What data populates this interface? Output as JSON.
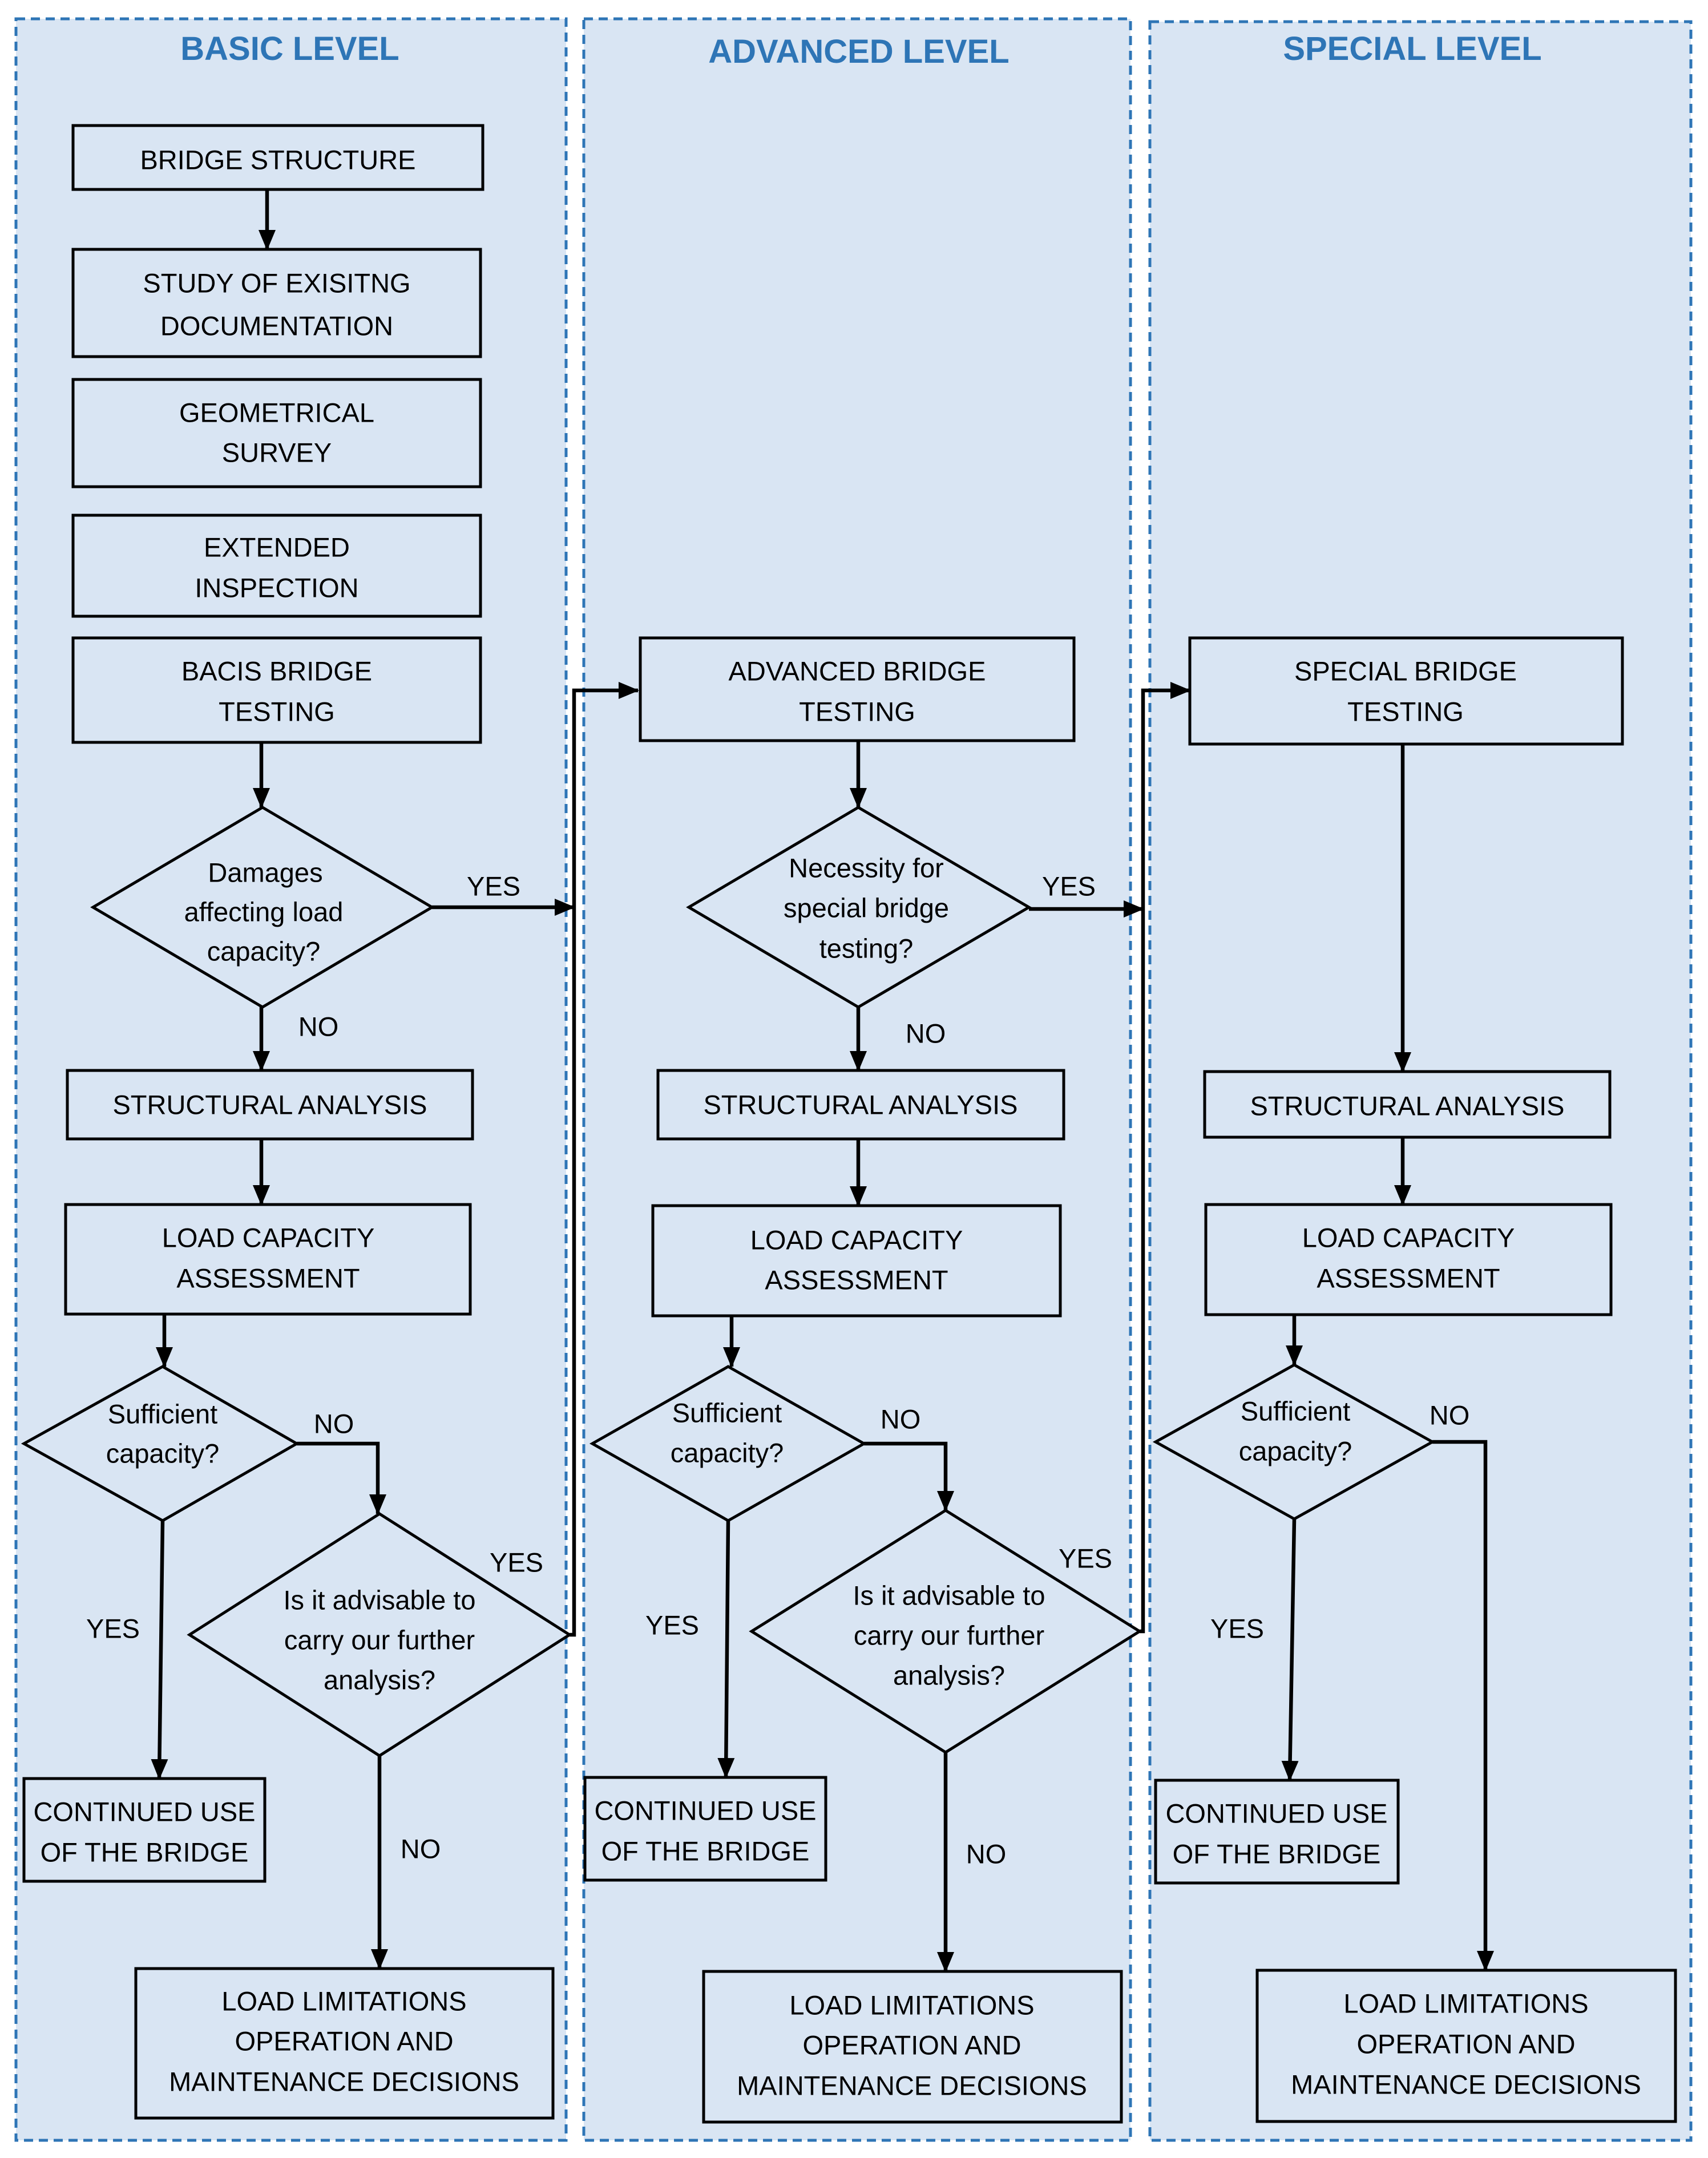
{
  "levels": [
    {
      "title": "BASIC LEVEL",
      "nodes": {
        "bridge_structure": [
          "BRIDGE STRUCTURE"
        ],
        "study_documentation": [
          "STUDY OF EXISITNG",
          "DOCUMENTATION"
        ],
        "geometrical_survey": [
          "GEOMETRICAL",
          "SURVEY"
        ],
        "extended_inspection": [
          "EXTENDED",
          "INSPECTION"
        ],
        "testing": [
          "BACIS BRIDGE",
          "TESTING"
        ],
        "decision_damages": [
          "Damages",
          "affecting load",
          "capacity?"
        ],
        "structural_analysis": [
          "STRUCTURAL ANALYSIS"
        ],
        "load_capacity": [
          "LOAD CAPACITY",
          "ASSESSMENT"
        ],
        "sufficient_capacity": [
          "Sufficient",
          "capacity?"
        ],
        "advisable": [
          "Is it advisable to",
          "carry our further",
          "analysis?"
        ],
        "continued_use": [
          "CONTINUED USE",
          "OF THE BRIDGE"
        ],
        "load_limitations": [
          "LOAD LIMITATIONS",
          "OPERATION AND",
          "MAINTENANCE DECISIONS"
        ]
      },
      "edge_labels": {
        "damages_yes": "YES",
        "damages_no": "NO",
        "sufficient_no": "NO",
        "sufficient_yes": "YES",
        "advisable_yes": "YES",
        "advisable_no": "NO"
      }
    },
    {
      "title": "ADVANCED LEVEL",
      "nodes": {
        "testing": [
          "ADVANCED BRIDGE",
          "TESTING"
        ],
        "decision_special": [
          "Necessity for",
          "special bridge",
          "testing?"
        ],
        "structural_analysis": [
          "STRUCTURAL ANALYSIS"
        ],
        "load_capacity": [
          "LOAD CAPACITY",
          "ASSESSMENT"
        ],
        "sufficient_capacity": [
          "Sufficient",
          "capacity?"
        ],
        "advisable": [
          "Is it advisable to",
          "carry our further",
          "analysis?"
        ],
        "continued_use": [
          "CONTINUED USE",
          "OF THE BRIDGE"
        ],
        "load_limitations": [
          "LOAD LIMITATIONS",
          "OPERATION AND",
          "MAINTENANCE DECISIONS"
        ]
      },
      "edge_labels": {
        "special_yes": "YES",
        "special_no": "NO",
        "sufficient_no": "NO",
        "sufficient_yes": "YES",
        "advisable_yes": "YES",
        "advisable_no": "NO"
      }
    },
    {
      "title": "SPECIAL LEVEL",
      "nodes": {
        "testing": [
          "SPECIAL BRIDGE",
          "TESTING"
        ],
        "structural_analysis": [
          "STRUCTURAL ANALYSIS"
        ],
        "load_capacity": [
          "LOAD CAPACITY",
          "ASSESSMENT"
        ],
        "sufficient_capacity": [
          "Sufficient",
          "capacity?"
        ],
        "continued_use": [
          "CONTINUED USE",
          "OF THE BRIDGE"
        ],
        "load_limitations": [
          "LOAD LIMITATIONS",
          "OPERATION AND",
          "MAINTENANCE DECISIONS"
        ]
      },
      "edge_labels": {
        "sufficient_no": "NO",
        "sufficient_yes": "YES"
      }
    }
  ],
  "colors": {
    "panel_fill": "#d9e5f3",
    "panel_border": "#2e75b6",
    "heading": "#2e75b6",
    "stroke": "#000000"
  }
}
